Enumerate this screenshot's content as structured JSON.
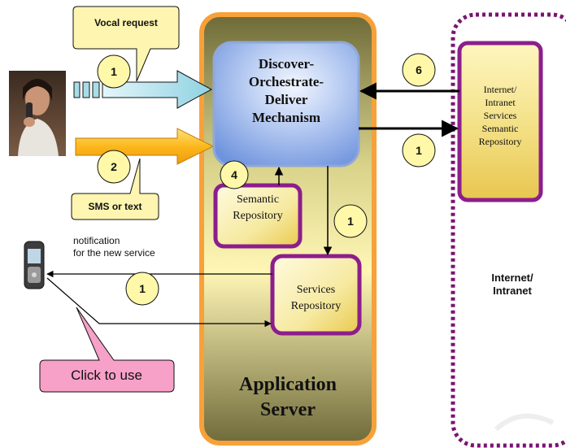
{
  "callouts": {
    "vocal_request": "Vocal request",
    "sms_or_text": "SMS or text",
    "click_to_use": "Click to use"
  },
  "notification_text": {
    "line1": "notification",
    "line2": "for the new service"
  },
  "discover": {
    "line1": "Discover-",
    "line2": "Orchestrate-",
    "line3": "Deliver",
    "line4": "Mechanism"
  },
  "semantic_repo": {
    "line1": "Semantic",
    "line2": "Repository"
  },
  "services_repo": {
    "line1": "Services",
    "line2": "Repository"
  },
  "app_server": {
    "line1": "Application",
    "line2": "Server"
  },
  "internet_repo": {
    "line1": "Internet/",
    "line2": "Intranet",
    "line3": "Services",
    "line4": "Semantic",
    "line5": "Repository"
  },
  "internet_region": {
    "line1": "Internet/",
    "line2": "Intranet"
  },
  "badges": {
    "vocal": "1",
    "sms": "2",
    "semantic": "4",
    "services": "1",
    "notification": "1",
    "internet_in": "6",
    "internet_out": "1"
  },
  "colors": {
    "app_server_orange": "#F7A13A",
    "box_purple": "#8C1E8C",
    "vocal_arrow": "#A8DDE8",
    "sms_arrow": "#FBB81C",
    "callout_yellow": "#FDF5B0",
    "badge_yellow": "#FFF8A8",
    "pink_callout": "#F7A0C8",
    "dotted_purple": "#7A1470"
  }
}
